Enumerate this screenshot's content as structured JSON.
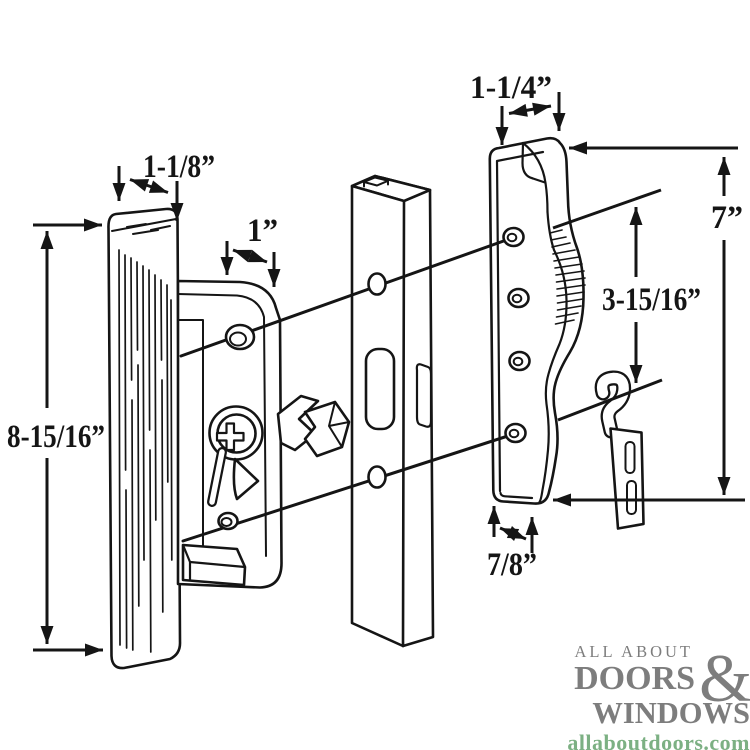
{
  "diagram": {
    "line_color": "#151515",
    "dims": {
      "interior_handle_width": "1-1/8”",
      "latch_hub_width": "1”",
      "interior_handle_height": "8-15/16”",
      "exterior_handle_width": "1-1/4”",
      "exterior_handle_height": "7”",
      "mounting_hole_spacing": "3-15/16”",
      "handle_base_width": "7/8”"
    }
  },
  "logo": {
    "tagline_top": "ALL ABOUT",
    "word_doors": "DOORS",
    "ampersand": "&",
    "word_windows": "WINDOWS",
    "website": "allaboutdoors.com",
    "text_color": "#7d7d7d",
    "website_color": "#7cb083"
  }
}
